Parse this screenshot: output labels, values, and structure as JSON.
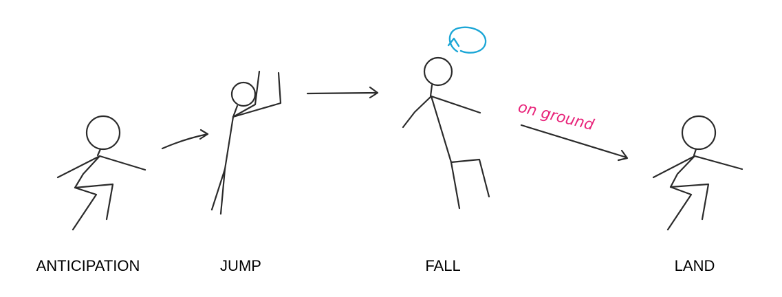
{
  "stages": [
    {
      "id": "anticipation",
      "label": "ANTICIPATION"
    },
    {
      "id": "jump",
      "label": "JUMP"
    },
    {
      "id": "fall",
      "label": "FALL"
    },
    {
      "id": "land",
      "label": "LAND"
    }
  ],
  "annotations": {
    "on_ground": "on ground"
  },
  "colors": {
    "ink": "#2b2b2b",
    "rotation_arrow": "#1ba6d6",
    "annotation_text": "#e8247a"
  },
  "icons": {
    "rotation": "rotation-arrow-icon"
  }
}
